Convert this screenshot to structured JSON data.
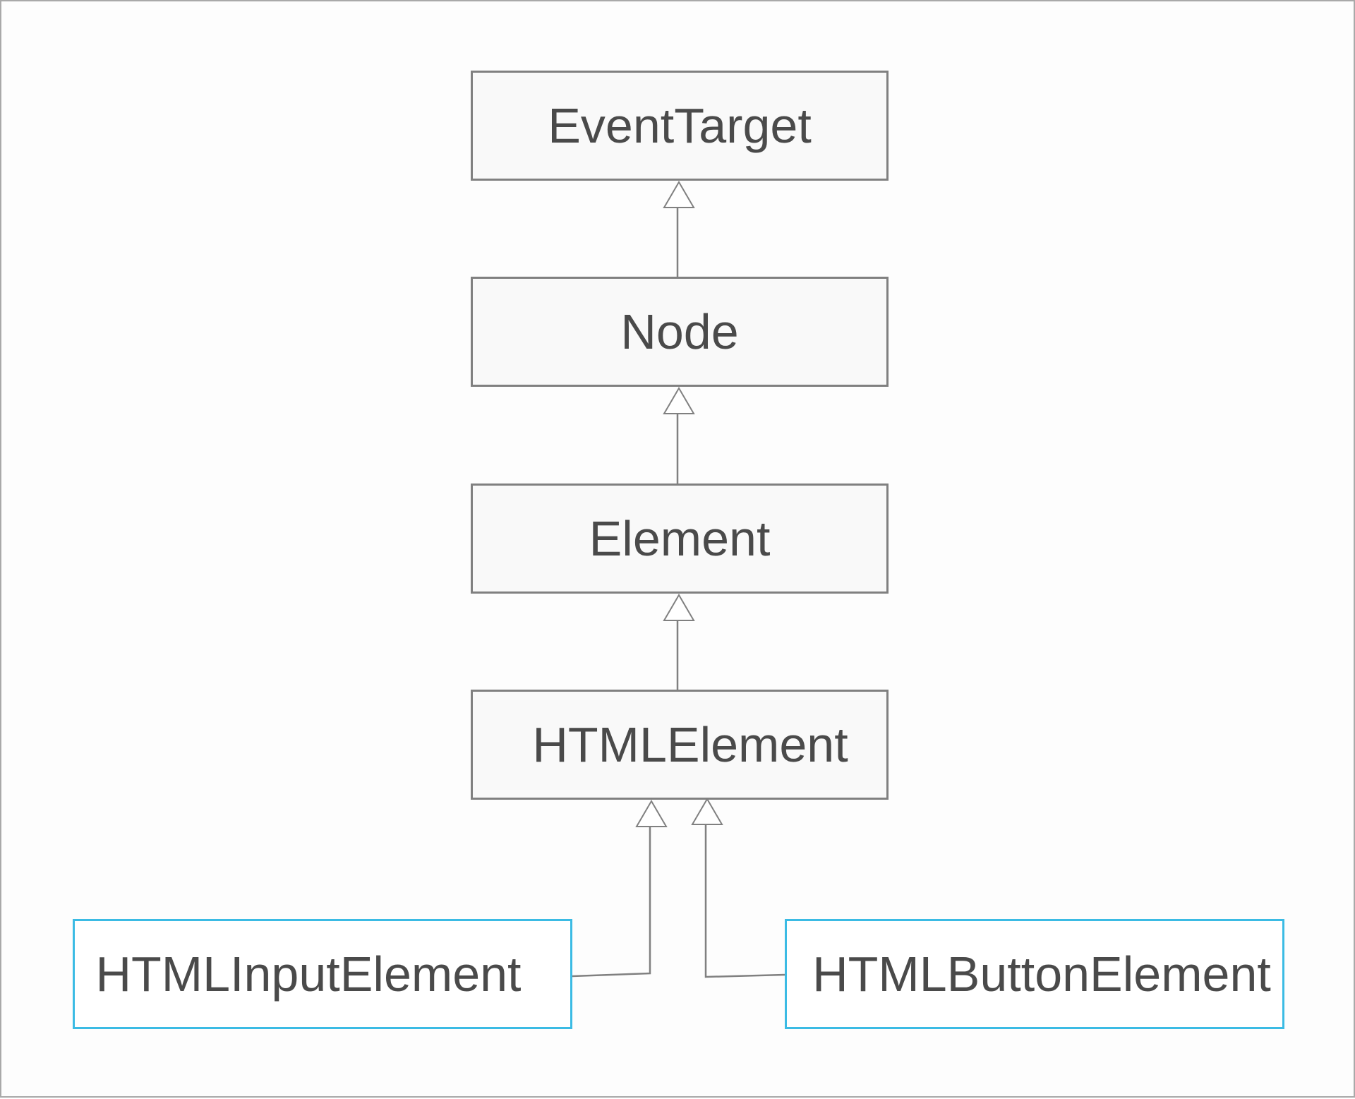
{
  "diagram": {
    "title": "",
    "nodes": [
      {
        "id": "eventtarget",
        "label": "EventTarget",
        "type": "parent"
      },
      {
        "id": "node",
        "label": "Node",
        "type": "parent"
      },
      {
        "id": "element",
        "label": "Element",
        "type": "parent"
      },
      {
        "id": "htmlelement",
        "label": "HTMLElement",
        "type": "parent"
      },
      {
        "id": "htmlinputelement",
        "label": "HTMLInputElement",
        "type": "leaf"
      },
      {
        "id": "htmlbuttonelement",
        "label": "HTMLButtonElement",
        "type": "leaf"
      }
    ],
    "edges": [
      {
        "from": "node",
        "to": "eventtarget",
        "kind": "inheritance"
      },
      {
        "from": "element",
        "to": "node",
        "kind": "inheritance"
      },
      {
        "from": "htmlelement",
        "to": "element",
        "kind": "inheritance"
      },
      {
        "from": "htmlinputelement",
        "to": "htmlelement",
        "kind": "inheritance"
      },
      {
        "from": "htmlbuttonelement",
        "to": "htmlelement",
        "kind": "inheritance"
      }
    ],
    "colors": {
      "box_border": "#808080",
      "leaf_border": "#3bbbe4",
      "text": "#4a4a4a",
      "line": "#808080"
    }
  }
}
